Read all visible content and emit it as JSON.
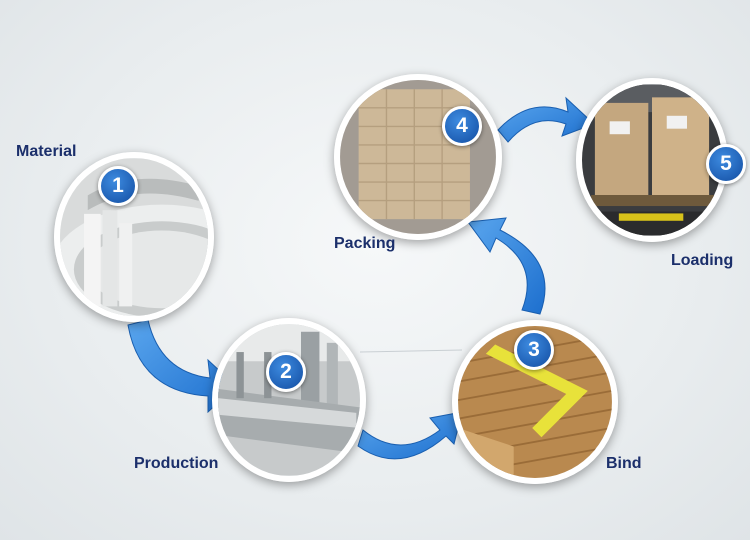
{
  "colors": {
    "arrow": "#2f86e0",
    "label": "#1b2f6b",
    "badge": "#1f5fb4"
  },
  "stages": [
    {
      "number": "1",
      "label": "Material"
    },
    {
      "number": "2",
      "label": "Production"
    },
    {
      "number": "3",
      "label": "Bind"
    },
    {
      "number": "4",
      "label": "Packing"
    },
    {
      "number": "5",
      "label": "Loading"
    }
  ]
}
